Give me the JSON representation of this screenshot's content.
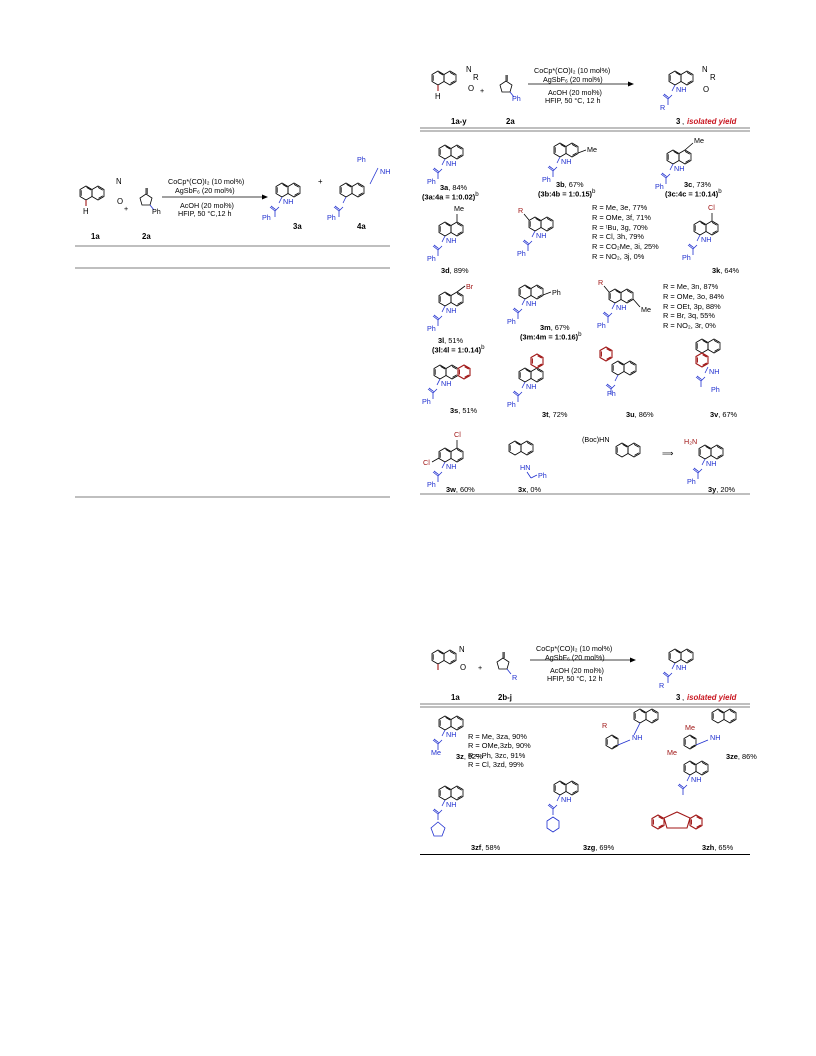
{
  "scheme_left": {
    "reactant": "1a",
    "reagent": "2a",
    "reagent_sub": "Ph",
    "cond1": "CoCp*(CO)I₂ (10 mol%)",
    "cond2": "AgSbF₆ (20 mol%)",
    "cond3": "AcOH (20 mol%)",
    "cond4": "HFIP, 50 °C,12 h",
    "product": "3a",
    "byproduct": "4a",
    "ph": "Ph",
    "nh": "NH",
    "h": "H"
  },
  "scheme_top": {
    "reactant": "1a-y",
    "reagent": "2a",
    "reagent_sub": "Ph",
    "cond1": "CoCp*(CO)I₂ (10 mol%)",
    "cond2": "AgSbF₆ (20 mol%)",
    "cond3": "AcOH (20 mol%)",
    "cond4": "HFIP, 50 °C, 12 h",
    "product": "3",
    "yield_label": "isolated yield",
    "r": "R",
    "h": "H"
  },
  "entries_top": [
    {
      "id": "3a",
      "text": ", 84%",
      "note": "(3a:4a = 1:0.02)",
      "sup": "b"
    },
    {
      "id": "3b",
      "text": ", 67%",
      "note": "(3b:4b = 1:0.15)",
      "sup": "b"
    },
    {
      "id": "3c",
      "text": ", 73%",
      "note": "(3c:4c = 1:0.14)",
      "sup": "b"
    },
    {
      "id": "3d",
      "text": ", 89%"
    },
    {
      "id": "3k",
      "text": ", 64%"
    },
    {
      "id": "3l",
      "text": ", 51%",
      "note": "(3l:4l = 1:0.14)",
      "sup": "b"
    },
    {
      "id": "3m",
      "text": ", 67%",
      "note": "(3m:4m = 1:0.16)",
      "sup": "b"
    },
    {
      "id": "3s",
      "text": ", 51%"
    },
    {
      "id": "3t",
      "text": ", 72%"
    },
    {
      "id": "3u",
      "text": ", 86%"
    },
    {
      "id": "3v",
      "text": ", 67%"
    },
    {
      "id": "3w",
      "text": ", 60%"
    },
    {
      "id": "3x",
      "text": ", 0%"
    },
    {
      "id": "3y",
      "text": ", 20%"
    }
  ],
  "r_list_1": [
    "R = Me, 3e, 77%",
    "R = OMe, 3f, 71%",
    "R = ᵗBu, 3g, 70%",
    "R = Cl, 3h, 79%",
    "R = CO₂Me, 3i, 25%",
    "R = NO₂, 3j, 0%"
  ],
  "r_list_2": [
    "R = Me, 3n, 87%",
    "R = OMe, 3o, 84%",
    "R = OEt, 3p, 88%",
    "R = Br, 3q, 55%",
    "R = NO₂, 3r, 0%"
  ],
  "scheme_bottom": {
    "reactant": "1a",
    "reagent": "2b-j",
    "reagent_sub": "R",
    "cond1": "CoCp*(CO)I₂ (10 mol%)",
    "cond2": "AgSbF₆ (20 mol%)",
    "cond3": "AcOH (20 mol%)",
    "cond4": "HFIP, 50 °C, 12 h",
    "product": "3",
    "yield_label": "isolated yield"
  },
  "r_list_3": [
    "R = Me, 3za, 90%",
    "R = OMe,3zb, 90%",
    "R = Ph, 3zc, 91%",
    "R = Cl, 3zd, 99%"
  ],
  "entries_bottom": [
    {
      "id": "3z",
      "text": ", 92%"
    },
    {
      "id": "3ze",
      "text": ", 86%"
    },
    {
      "id": "3zf",
      "text": ", 58%"
    },
    {
      "id": "3zg",
      "text": ", 69%"
    },
    {
      "id": "3zh",
      "text": ", 65%"
    }
  ],
  "labels": {
    "ph": "Ph",
    "nh": "NH",
    "me": "Me",
    "br": "Br",
    "cl": "Cl",
    "r": "R",
    "o": "O",
    "n": "N",
    "boc": "(Boc)HN",
    "h2n": "H₂N",
    "hn": "HN"
  },
  "colors": {
    "blue": "#1f2fcf",
    "red": "#a01616",
    "yield": "#c8141e"
  }
}
